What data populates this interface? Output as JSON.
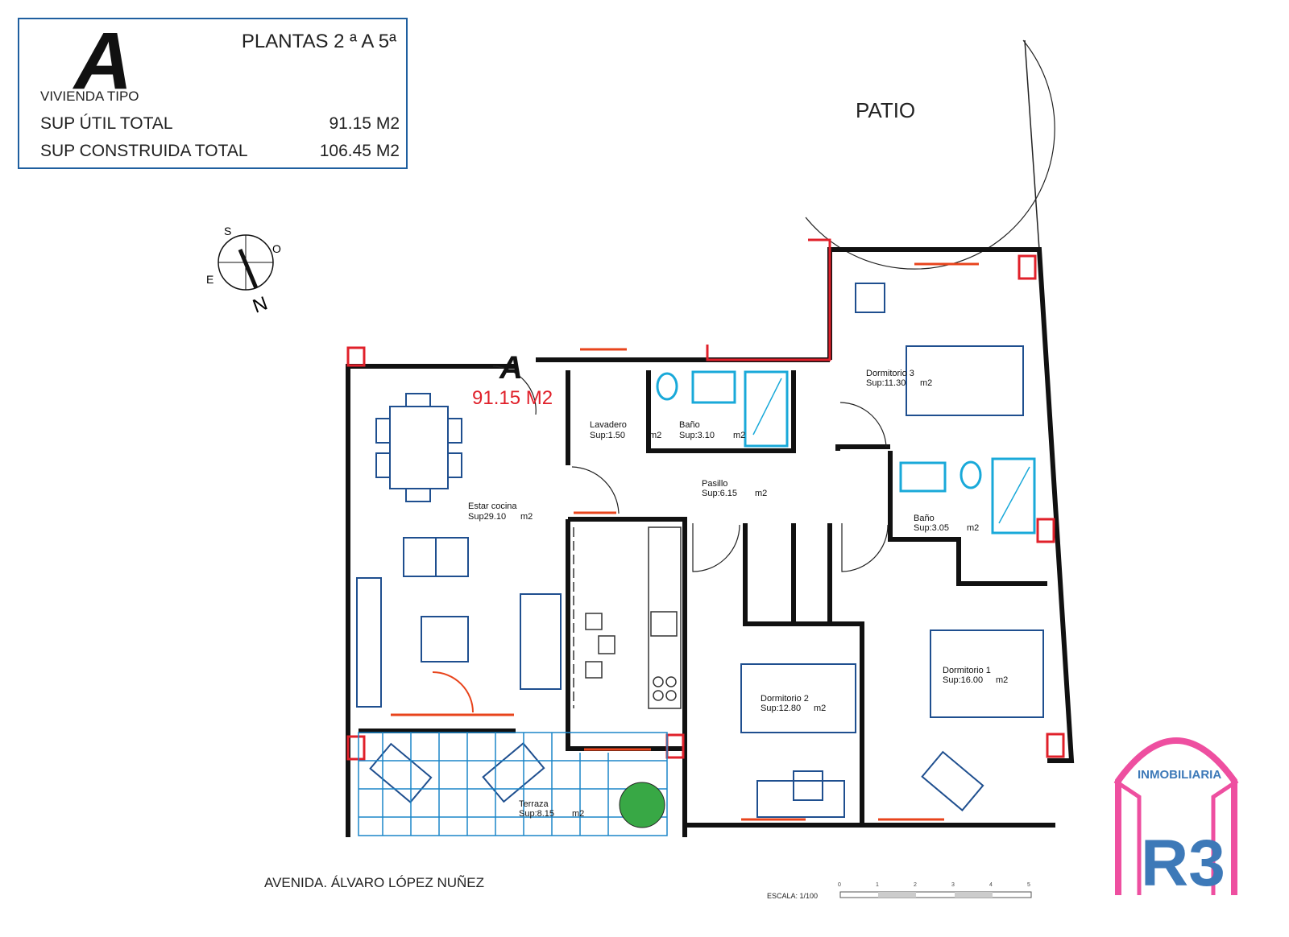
{
  "info": {
    "type_letter": "A",
    "floors": "PLANTAS 2 ª A 5ª",
    "dwelling_type": "VIVIENDA TIPO",
    "useful_label": "SUP ÚTIL TOTAL",
    "useful_value": "91.15 M2",
    "built_label": "SUP CONSTRUIDA TOTAL",
    "built_value": "106.45 M2"
  },
  "compass": {
    "s": "S",
    "o": "O",
    "e": "E",
    "n": "N"
  },
  "patio": "PATIO",
  "unit_marker": {
    "letter": "A",
    "area": "91.15 M2"
  },
  "rooms": [
    {
      "name": "Lavadero",
      "area": "Sup:1.50",
      "unit": "m2"
    },
    {
      "name": "Baño",
      "area": "Sup:3.10",
      "unit": "m2"
    },
    {
      "name": "Dormitorio 3",
      "area": "Sup:11.30",
      "unit": "m2"
    },
    {
      "name": "Pasillo",
      "area": "Sup:6.15",
      "unit": "m2"
    },
    {
      "name": "Baño",
      "area": "Sup:3.05",
      "unit": "m2"
    },
    {
      "name": "Estar cocina",
      "area": "Sup29.10",
      "unit": "m2"
    },
    {
      "name": "Dormitorio 2",
      "area": "Sup:12.80",
      "unit": "m2"
    },
    {
      "name": "Dormitorio 1",
      "area": "Sup:16.00",
      "unit": "m2"
    },
    {
      "name": "Terraza",
      "area": "Sup:8.15",
      "unit": "m2"
    }
  ],
  "street": "AVENIDA. ÁLVARO LÓPEZ NUÑEZ",
  "scale": {
    "label": "ESCALA: 1/100",
    "ticks": [
      "0",
      "1",
      "2",
      "3",
      "4",
      "5"
    ]
  },
  "logo": {
    "top": "INMOBILIARIA",
    "mark": "R3"
  },
  "colors": {
    "wall": "#111111",
    "furniture": "#1f4f8f",
    "sanitary": "#19a9d9",
    "window": "#e8441c",
    "column": "#e0202a",
    "logo_pink": "#ee4fa0",
    "logo_blue": "#3d79b8"
  }
}
